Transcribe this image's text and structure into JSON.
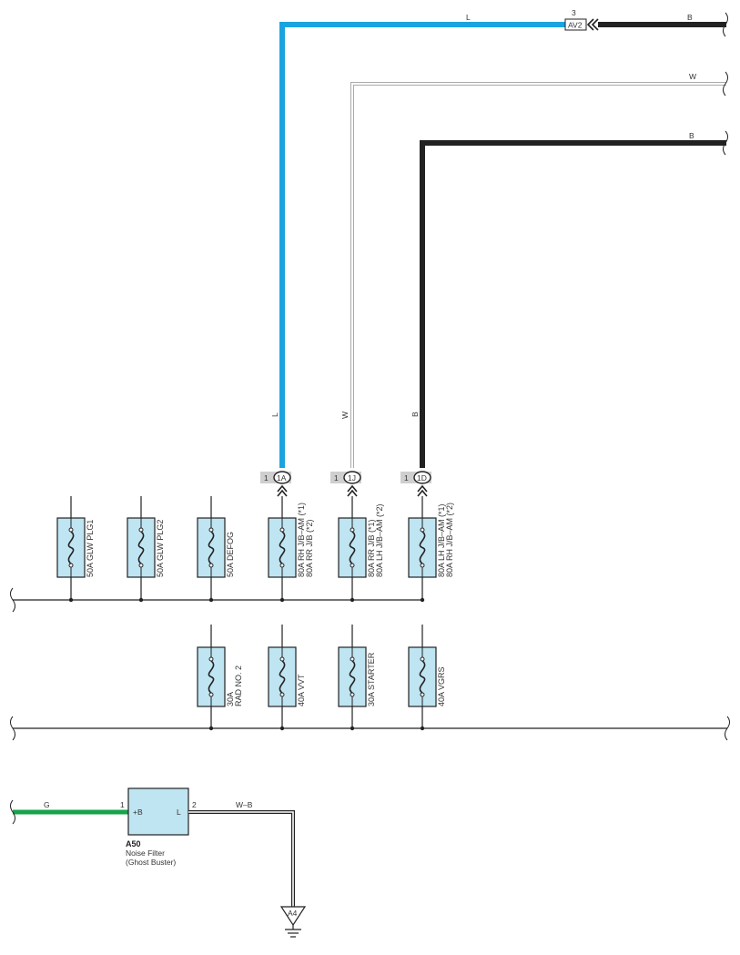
{
  "colors": {
    "wire_L": "#1aa3e0",
    "wire_B": "#222222",
    "wire_W": "#bbbbbb",
    "wire_G": "#17a34a",
    "fuse_fill": "#bfe4f2",
    "conn_bg": "#cfcfcf"
  },
  "top_wires": {
    "L_label": "L",
    "B1_label": "B",
    "W_label": "W",
    "B2_label": "B",
    "av2_pin": "3",
    "av2_label": "AV2"
  },
  "vertical_wires": {
    "L": "L",
    "W": "W",
    "B": "B"
  },
  "connectors": [
    {
      "pin": "1",
      "code": "1A"
    },
    {
      "pin": "1",
      "code": "1J"
    },
    {
      "pin": "1",
      "code": "1D"
    }
  ],
  "fuse_row1": [
    {
      "line1": "50A GLW PLG1",
      "line2": ""
    },
    {
      "line1": "50A GLW PLG2",
      "line2": ""
    },
    {
      "line1": "50A DEFOG",
      "line2": ""
    },
    {
      "line1": "80A RH J/B–AM (*1)",
      "line2": "80A RR J/B (*2)"
    },
    {
      "line1": "80A RR J/B (*1)",
      "line2": "80A LH J/B–AM (*2)"
    },
    {
      "line1": "80A LH J/B–AM (*1)",
      "line2": "80A RH J/B–AM (*2)"
    }
  ],
  "fuse_row2": [
    {
      "line1": "30A",
      "line2": "RAD NO. 2"
    },
    {
      "line1": "40A VVT",
      "line2": ""
    },
    {
      "line1": "30A STARTER",
      "line2": ""
    },
    {
      "line1": "40A VGRS",
      "line2": ""
    }
  ],
  "noise_filter": {
    "wire_in_label": "G",
    "pin_in": "1",
    "term_in": "+B",
    "term_out": "L",
    "pin_out": "2",
    "wire_out_label": "W–B",
    "code": "A50",
    "name": "Noise Filter",
    "subname": "(Ghost Buster)",
    "ground_label": "A4"
  }
}
